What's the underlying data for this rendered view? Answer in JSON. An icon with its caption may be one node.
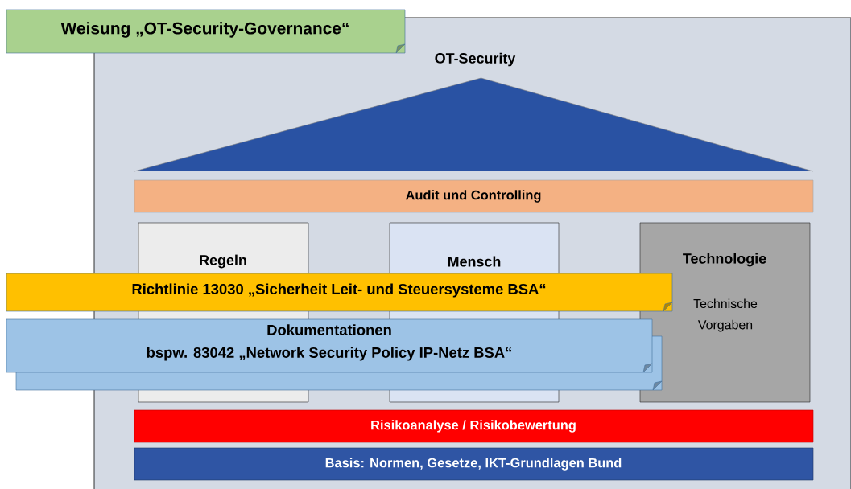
{
  "diagram": {
    "nodes": [
      {
        "text": [
          "Weisung „OT-Security-Governance“"
        ]
      },
      {
        "text": [
          "OT-Security"
        ]
      },
      {
        "text": [
          "Audit und Controlling"
        ]
      },
      {
        "text": [
          "Regeln"
        ]
      },
      {
        "text": [
          "Mensch"
        ]
      },
      {
        "text": [
          "Technologie",
          "Technische Vorgaben"
        ]
      },
      {
        "text": [
          "Richtlinie 13030 „Sicherheit Leit- und Steuersysteme BSA“"
        ]
      },
      {
        "text": [
          "Dokumentationen",
          "bspw. 83042 „Network Security Policy IP-Netz BSA“"
        ]
      },
      {
        "text": [
          "Risikoanalyse / Risikobewertung"
        ]
      },
      {
        "text": [
          "Basis: Normen, Gesetze, IKT-Grundlagen Bund"
        ]
      }
    ]
  }
}
